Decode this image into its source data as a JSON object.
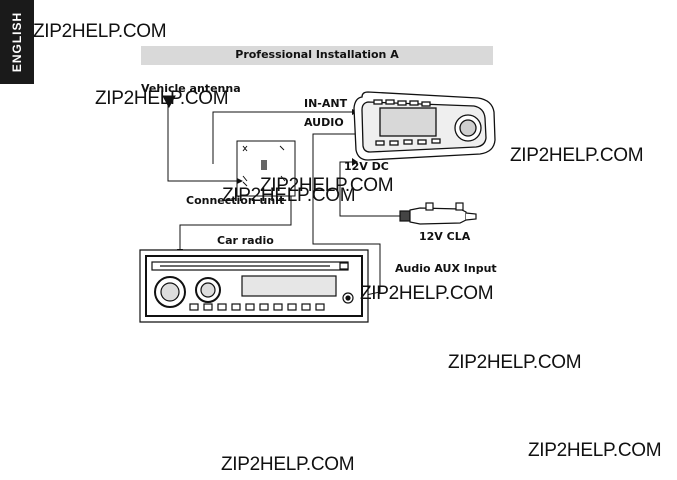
{
  "side_tab": "ENGLISH",
  "header": {
    "title": "Professional Installation A"
  },
  "labels": {
    "vehicle_antenna": "Vehicle antenna",
    "in_ant": "IN-ANT",
    "audio": "AUDIO",
    "dc_12v": "12V DC",
    "connection_unit": "Connection unit",
    "car_radio": "Car radio",
    "cla_12v": "12V CLA",
    "audio_aux_input": "Audio AUX Input"
  },
  "watermark": "ZIP2HELP.COM"
}
